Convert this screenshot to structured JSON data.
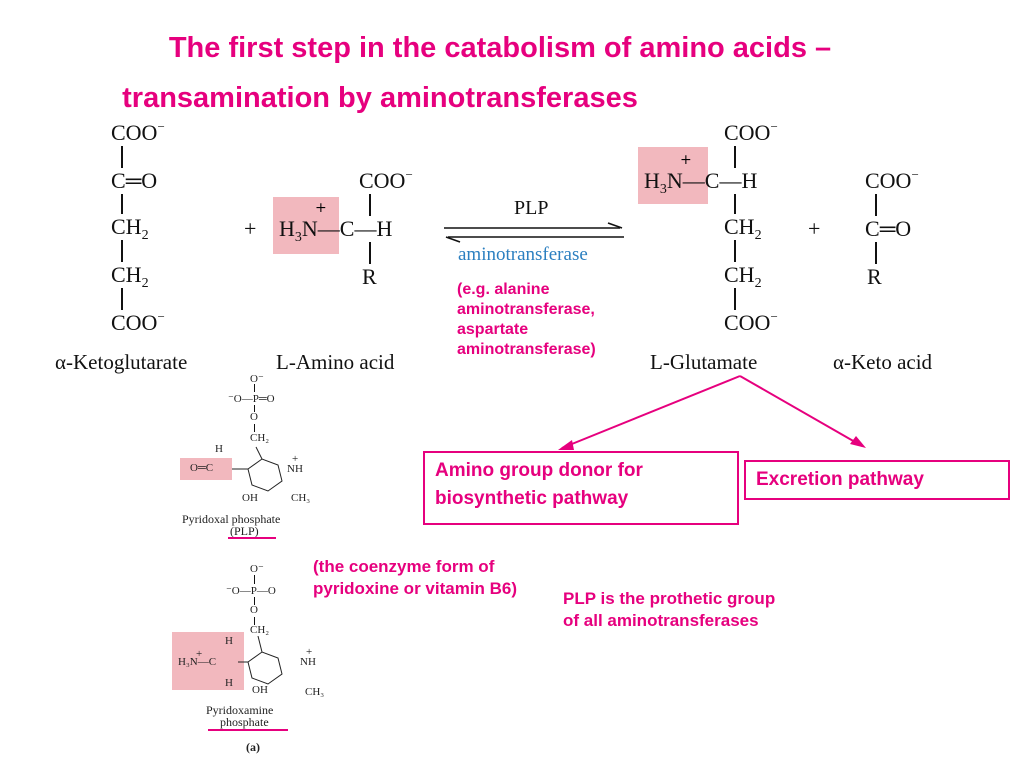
{
  "title": {
    "line1": "The first step in the catabolism of amino acids –",
    "line2": "transamination by aminotransferases"
  },
  "reaction": {
    "plus": "+",
    "coo_minus": "COO",
    "minus": "−",
    "keto_c": "C",
    "keto_o": "O",
    "ch2": "CH",
    "two": "2",
    "h3n": "H",
    "three": "3",
    "n": "N",
    "plus_sup": "+",
    "c": "C",
    "h": "H",
    "r": "R",
    "arrow_above": "PLP",
    "arrow_below": "aminotransferase",
    "names": {
      "alpha_kg": "α-Ketoglutarate",
      "amino_acid": "L-Amino acid",
      "glutamate": "L-Glutamate",
      "keto_acid": "α-Keto acid"
    },
    "example_note": "(e.g. alanine aminotransferase, aspartate aminotransferase)"
  },
  "boxes": {
    "donor": "Amino group donor for biosynthetic pathway",
    "excretion": "Excretion pathway"
  },
  "notes": {
    "coenzyme": "(the coenzyme form of pyridoxine or vitamin B6)",
    "prosthetic": "PLP is the prothetic group of all aminotransferases"
  },
  "plp": {
    "o_minus_top": "O⁻",
    "phosphate_row": "⁻O—P═O",
    "o_link": "O",
    "ch2": "CH₂",
    "h": "H",
    "aldehyde": "O═C",
    "nh": "NH",
    "n_plus": "+",
    "oh": "OH",
    "ch3": "CH₃",
    "caption1": "Pyridoxal phosphate",
    "caption2": "(PLP)"
  },
  "pmp": {
    "o_minus_top": "O⁻",
    "phosphate_row": "⁻O—P—O",
    "o_link": "O",
    "ch2": "CH₂",
    "h_top": "H",
    "h3n": "H₃N—C",
    "n_plus_sup": "+",
    "h_bottom": "H",
    "nh": "NH",
    "n_plus": "+",
    "oh": "OH",
    "ch3": "CH₃",
    "caption1": "Pyridoxamine",
    "caption2": "phosphate",
    "panel_label": "(a)"
  },
  "colors": {
    "accent": "#e6007e",
    "highlight": "#f2b8be",
    "arrow_label": "#2b7fc0"
  }
}
